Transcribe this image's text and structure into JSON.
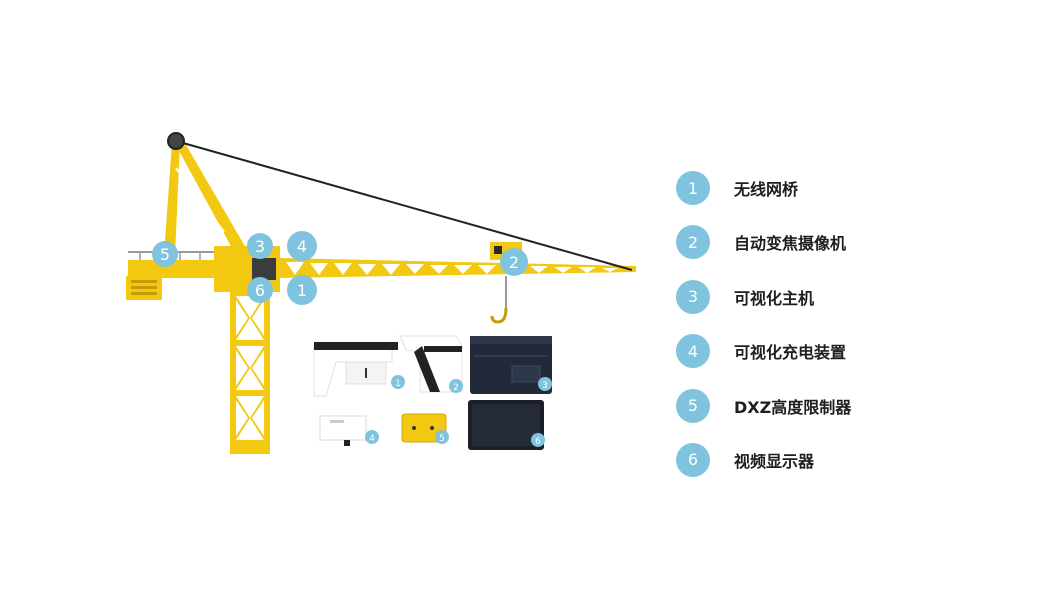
{
  "colors": {
    "crane": "#f2c811",
    "crane_dark": "#c49c08",
    "marker": "#7fc3df",
    "cable": "#222222"
  },
  "crane_markers": [
    "5",
    "3",
    "4",
    "6",
    "1",
    "2"
  ],
  "device_markers": [
    "1",
    "2",
    "3",
    "4",
    "5",
    "6"
  ],
  "legend": [
    {
      "num": "1",
      "label": "无线网桥"
    },
    {
      "num": "2",
      "label": "自动变焦摄像机"
    },
    {
      "num": "3",
      "label": "可视化主机"
    },
    {
      "num": "4",
      "label": "可视化充电装置"
    },
    {
      "num": "5",
      "label": "DXZ高度限制器"
    },
    {
      "num": "6",
      "label": "视频显示器"
    }
  ]
}
